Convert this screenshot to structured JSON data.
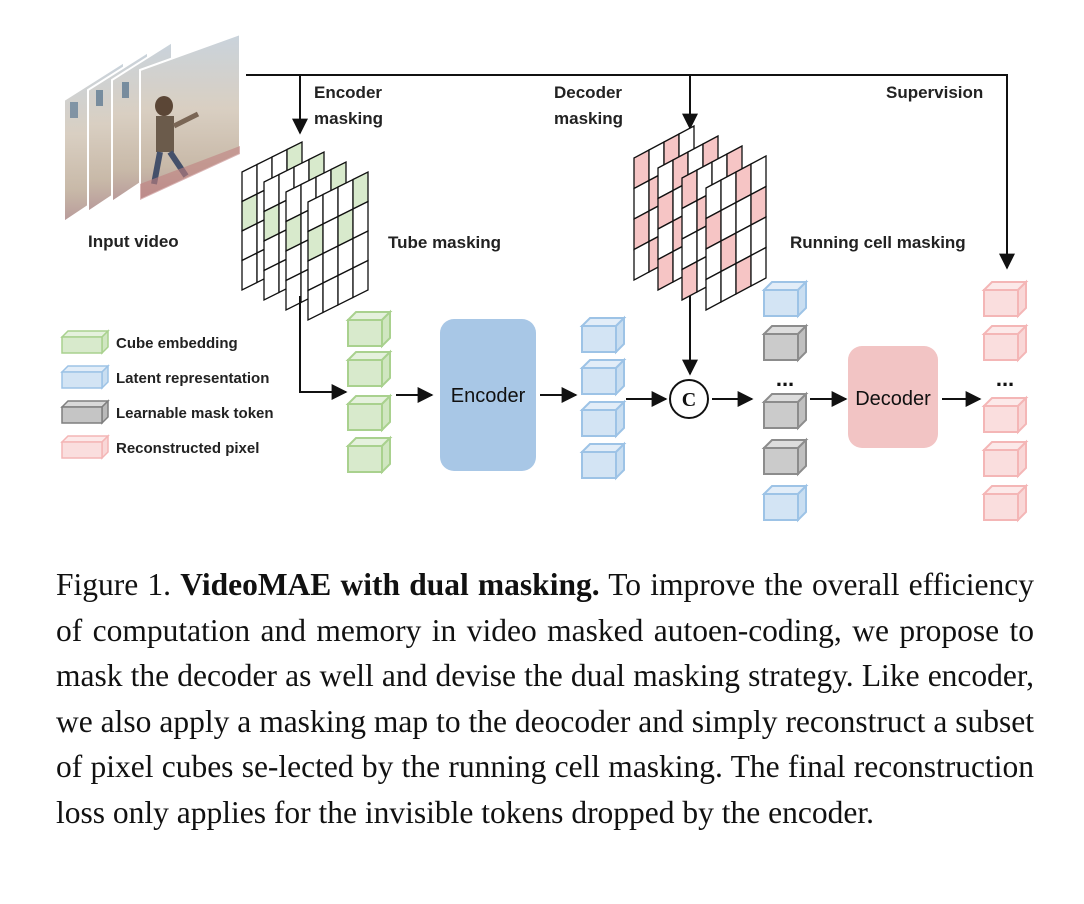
{
  "figure": {
    "labels": {
      "input_video": "Input video",
      "encoder_masking_line1": "Encoder",
      "encoder_masking_line2": "masking",
      "decoder_masking_line1": "Decoder",
      "decoder_masking_line2": "masking",
      "supervision": "Supervision",
      "tube_masking": "Tube masking",
      "running_cell_masking": "Running cell masking",
      "encoder_box": "Encoder",
      "decoder_box": "Decoder",
      "concat_symbol": "C",
      "ellipsis": "..."
    },
    "legend": [
      {
        "label": "Cube embedding",
        "color": "#a9d18e"
      },
      {
        "label": "Latent representation",
        "color": "#9dc3e6"
      },
      {
        "label": "Learnable mask token",
        "color": "#7f7f7f"
      },
      {
        "label": "Reconstructed pixel",
        "color": "#f4b6b6"
      }
    ],
    "colors": {
      "encoder_fill": "#a8c7e6",
      "decoder_fill": "#f2c4c4",
      "green": "#a9d18e",
      "blue": "#9dc3e6",
      "gray": "#8c8c8c",
      "pink": "#f4b6b6"
    }
  },
  "caption": {
    "prefix": "Figure 1. ",
    "bold": "VideoMAE with dual masking.",
    "body": " To improve the overall efficiency of computation and memory in video masked autoen-coding, we propose to mask the decoder as well and devise the dual masking strategy. Like encoder, we also apply a masking map to the deocoder and simply reconstruct a subset of pixel cubes se-lected by the running cell masking. The final reconstruction loss only applies for the invisible tokens dropped by the encoder."
  }
}
